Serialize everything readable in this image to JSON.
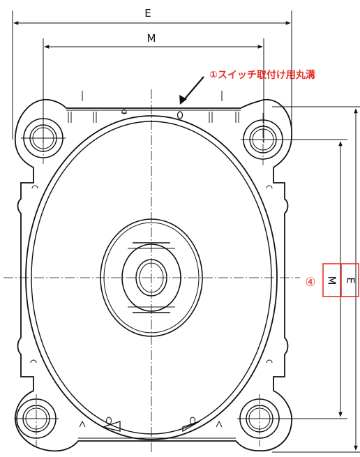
{
  "dimensions": {
    "top_outer": "E",
    "top_inner": "M",
    "right_inner": "M",
    "right_outer": "E"
  },
  "annotations": {
    "switch_groove": "①スイッチ取付け用丸溝",
    "marker": "④"
  },
  "colors": {
    "line": "#111111",
    "highlight": "#e8302a",
    "background": "#ffffff"
  }
}
